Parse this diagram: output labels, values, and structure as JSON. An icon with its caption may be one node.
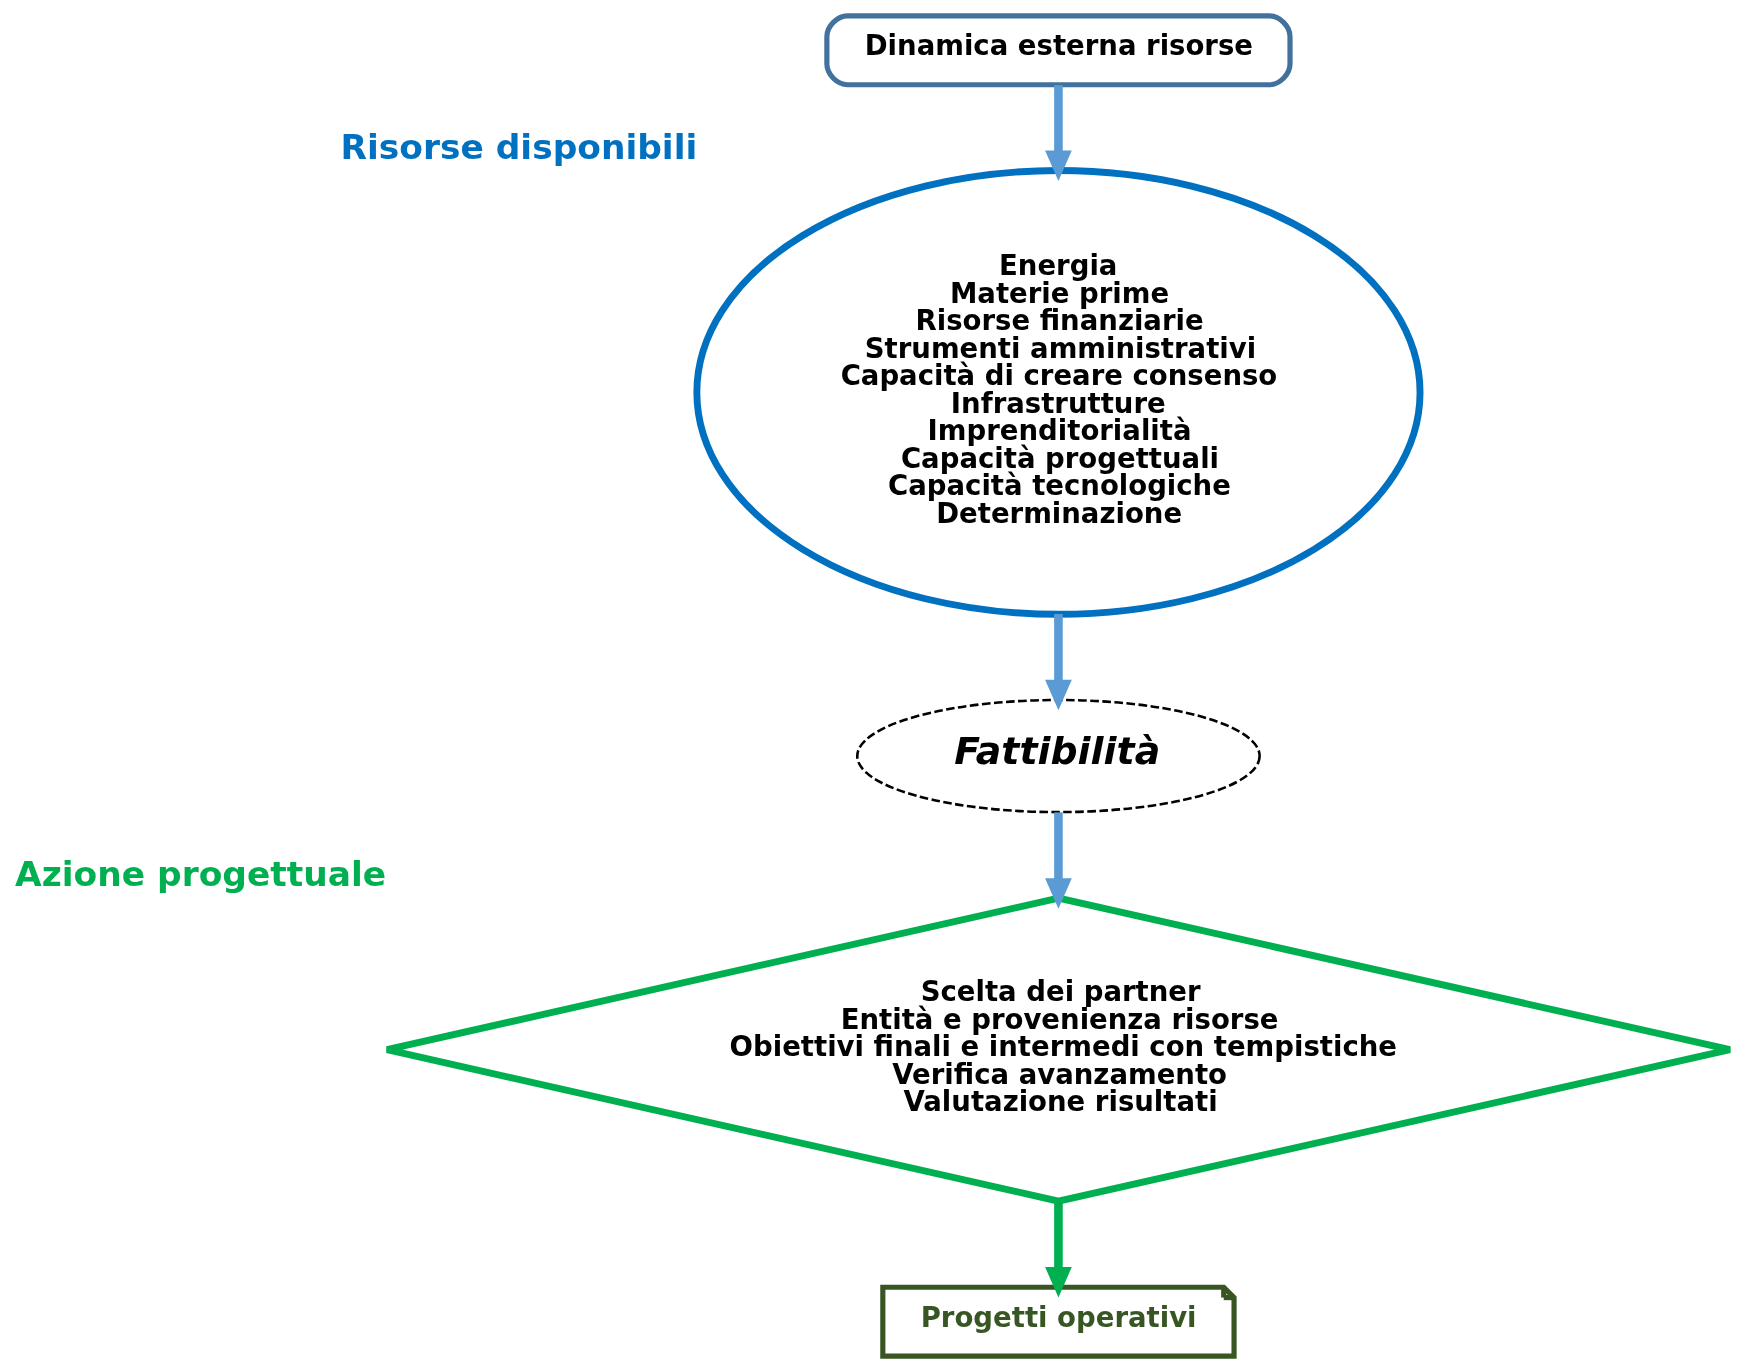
{
  "diagram": {
    "nodes": [
      {
        "text": [
          "Energia",
          "Materie prime",
          "Risorse finanziarie",
          "Strumenti amministrativi",
          "Capacità di creare consenso",
          "Infrastrutture",
          "Imprenditorialità",
          "Capacità progettuali",
          "Capacità tecnologiche",
          "Determinazione"
        ],
        "beside": [
          "Risorse disponibili"
        ]
      },
      {
        "text": [
          "Dinamica esterna risorse"
        ]
      },
      {
        "text": [
          "Fattibilità"
        ]
      },
      {
        "text": [
          "Scelta dei partner",
          "Entità e provenienza risorse",
          "Obiettivi finali e intermedi con tempistiche",
          "Verifica avanzamento",
          "Valutazione risultati"
        ],
        "beside": [
          "Azione progettuale"
        ]
      },
      {
        "text": [
          "Progetti operativi"
        ]
      }
    ],
    "edges": [
      {
        "from": 1,
        "to": 0,
        "arrow": "to"
      },
      {
        "from": 0,
        "to": 2,
        "arrow": "to"
      },
      {
        "from": 2,
        "to": 3,
        "arrow": "to"
      },
      {
        "from": 3,
        "to": 4,
        "arrow": "to",
        "color": "#00b050"
      }
    ]
  }
}
